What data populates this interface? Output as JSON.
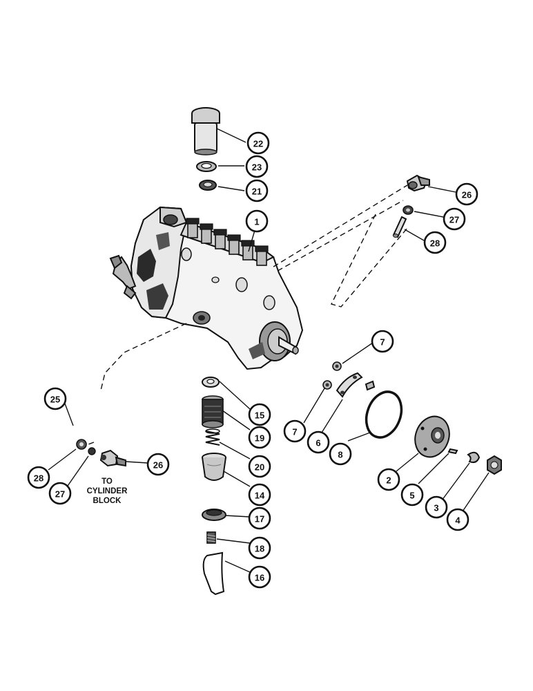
{
  "diagram": {
    "callouts": [
      {
        "id": "c22",
        "label": "22"
      },
      {
        "id": "c23",
        "label": "23"
      },
      {
        "id": "c21",
        "label": "21"
      },
      {
        "id": "c1",
        "label": "1"
      },
      {
        "id": "c26a",
        "label": "26"
      },
      {
        "id": "c27a",
        "label": "27"
      },
      {
        "id": "c28a",
        "label": "28"
      },
      {
        "id": "c7a",
        "label": "7"
      },
      {
        "id": "c7b",
        "label": "7"
      },
      {
        "id": "c6",
        "label": "6"
      },
      {
        "id": "c8",
        "label": "8"
      },
      {
        "id": "c2",
        "label": "2"
      },
      {
        "id": "c5",
        "label": "5"
      },
      {
        "id": "c3",
        "label": "3"
      },
      {
        "id": "c4",
        "label": "4"
      },
      {
        "id": "c15",
        "label": "15"
      },
      {
        "id": "c19",
        "label": "19"
      },
      {
        "id": "c20",
        "label": "20"
      },
      {
        "id": "c14",
        "label": "14"
      },
      {
        "id": "c17",
        "label": "17"
      },
      {
        "id": "c18",
        "label": "18"
      },
      {
        "id": "c16",
        "label": "16"
      },
      {
        "id": "c25",
        "label": "25"
      },
      {
        "id": "c26b",
        "label": "26"
      },
      {
        "id": "c28b",
        "label": "28"
      },
      {
        "id": "c27b",
        "label": "27"
      }
    ],
    "note": {
      "line1": "TO",
      "line2": "CYLINDER",
      "line3": "BLOCK"
    }
  }
}
